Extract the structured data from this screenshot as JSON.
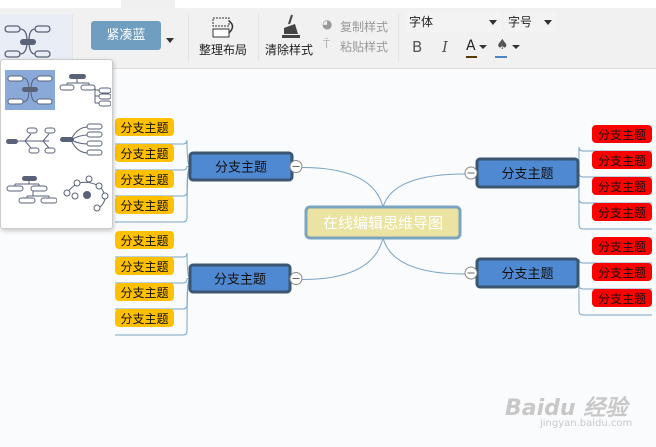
{
  "toolbar": {
    "theme_label": "紧凑蓝",
    "arrange_label": "整理布局",
    "clear_style_label": "清除样式",
    "copy_style_label": "复制样式",
    "paste_style_label": "粘贴样式",
    "font_family_label": "字体",
    "font_size_label": "字号",
    "bold_label": "B",
    "italic_label": "I",
    "font_color_label": "A",
    "font_color": "#5a3a00",
    "fill_color": "#4a86c8"
  },
  "structure_menu": {
    "options": [
      "mindmap",
      "org-tree-right",
      "fishbone",
      "logic-right",
      "org-chart",
      "bubble-graph"
    ],
    "selected": 0
  },
  "mindmap": {
    "root": "在线编辑思维导图",
    "colors": {
      "root_fill": "#ebe3a1",
      "root_border": "#7ba4c0",
      "main_fill": "#4f89d2",
      "main_border": "#3a5670",
      "left_leaf": "#ffc000",
      "right_leaf": "#ff0000",
      "line": "#7aa4c4"
    },
    "branches": [
      {
        "label": "分支主题",
        "side": "left",
        "children": [
          "分支主题",
          "分支主题",
          "分支主题",
          "分支主题"
        ]
      },
      {
        "label": "分支主题",
        "side": "left",
        "children": [
          "分支主题",
          "分支主题",
          "分支主题",
          "分支主题"
        ]
      },
      {
        "label": "分支主题",
        "side": "right",
        "children": [
          "分支主题",
          "分支主题",
          "分支主题",
          "分支主题"
        ]
      },
      {
        "label": "分支主题",
        "side": "right",
        "children": [
          "分支主题",
          "分支主题",
          "分支主题"
        ]
      }
    ]
  },
  "watermark": {
    "brand": "Baidu 经验",
    "url": "jingyan.baidu.com"
  }
}
